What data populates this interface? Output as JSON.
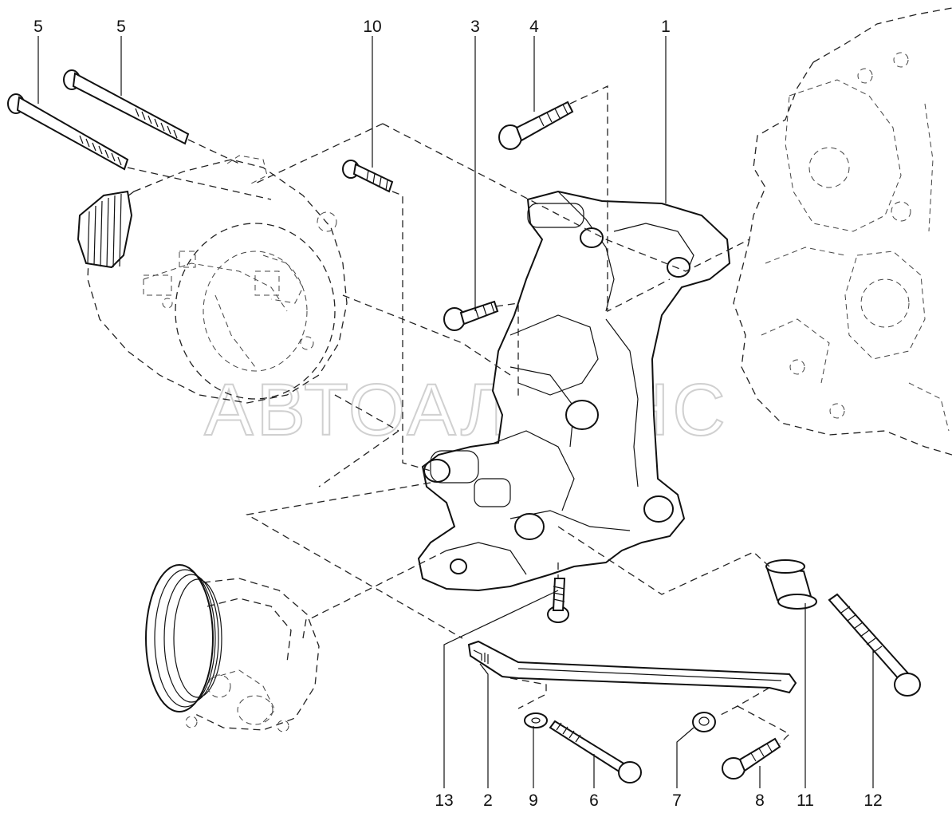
{
  "watermark": "АВТОАЛЬЯНС",
  "callouts": {
    "c5a": "5",
    "c5b": "5",
    "c10": "10",
    "c3": "3",
    "c4": "4",
    "c1": "1",
    "c13": "13",
    "c2": "2",
    "c9": "9",
    "c6": "6",
    "c7": "7",
    "c8": "8",
    "c11": "11",
    "c12": "12"
  }
}
